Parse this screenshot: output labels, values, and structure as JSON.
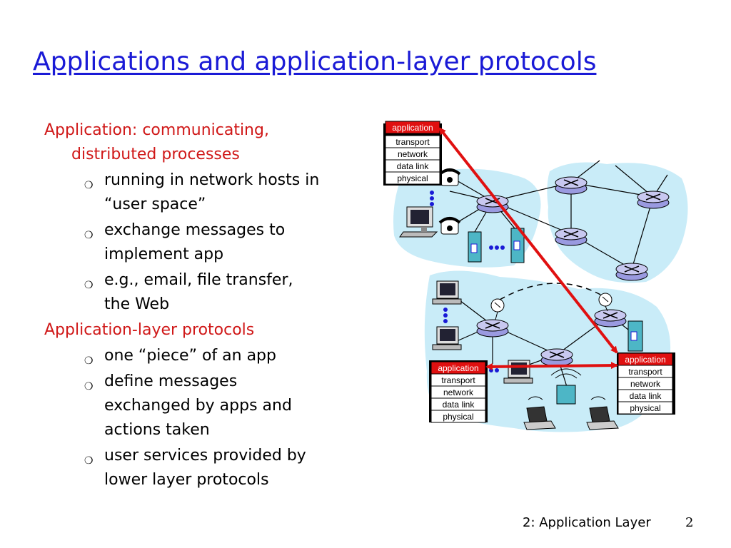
{
  "title": "Applications and application-layer protocols",
  "sections": [
    {
      "heading_lines": [
        "Application: communicating,",
        "distributed processes"
      ],
      "bullets": [
        [
          "running in network hosts in",
          "“user space”"
        ],
        [
          "exchange messages to",
          "implement app"
        ],
        [
          "e.g., email, file transfer,",
          "the Web"
        ]
      ]
    },
    {
      "heading_lines": [
        "Application-layer protocols"
      ],
      "bullets": [
        [
          "one “piece” of an app"
        ],
        [
          "define messages",
          "exchanged by apps and",
          "actions taken"
        ],
        [
          "user services provided by",
          "lower layer protocols"
        ]
      ]
    }
  ],
  "bullet_marker": "❍",
  "stack_layers": [
    "application",
    "transport",
    "network",
    "data link",
    "physical"
  ],
  "footer": {
    "text": "2: Application Layer",
    "page": "2"
  },
  "colors": {
    "title": "#1a1ad6",
    "heading": "#d01818",
    "arrow": "#e01010",
    "cloud": "#c9ecf8",
    "router": "#c8c8f0"
  }
}
